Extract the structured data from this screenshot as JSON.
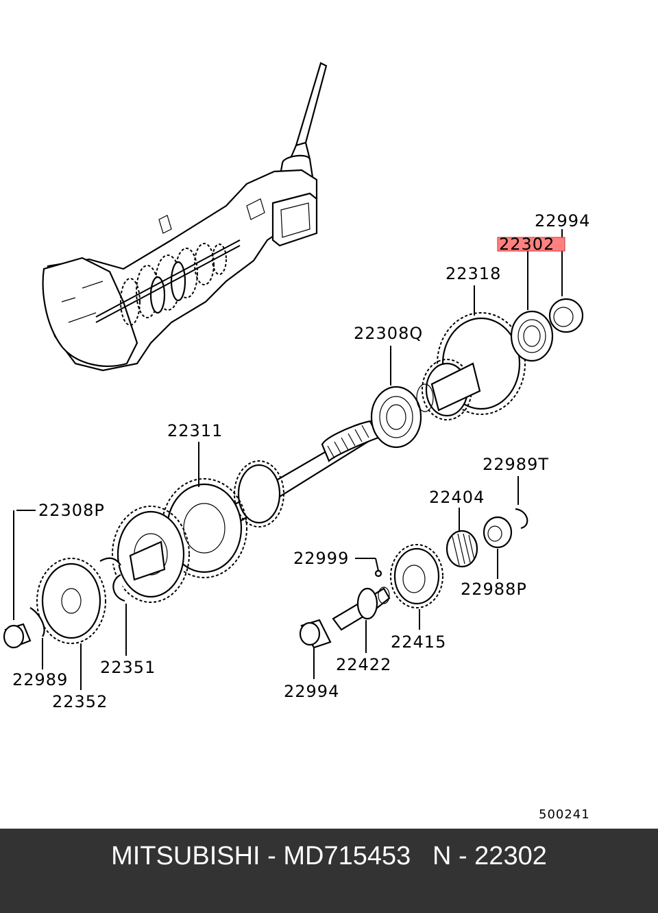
{
  "diagram": {
    "labels": {
      "p22994_top": "22994",
      "p22302": "22302",
      "p22318": "22318",
      "p22308Q": "22308Q",
      "p22311": "22311",
      "p22989T": "22989T",
      "p22404": "22404",
      "p22308P": "22308P",
      "p22999": "22999",
      "p22988P": "22988P",
      "p22415": "22415",
      "p22422": "22422",
      "p22351": "22351",
      "p22989": "22989",
      "p22352": "22352",
      "p22994_bottom": "22994"
    },
    "ref_number": "500241",
    "highlight_color": "#ff8080"
  },
  "footer": {
    "text": "MITSUBISHI - MD715453   N - 22302",
    "background": "#333333",
    "text_color": "#ffffff"
  }
}
